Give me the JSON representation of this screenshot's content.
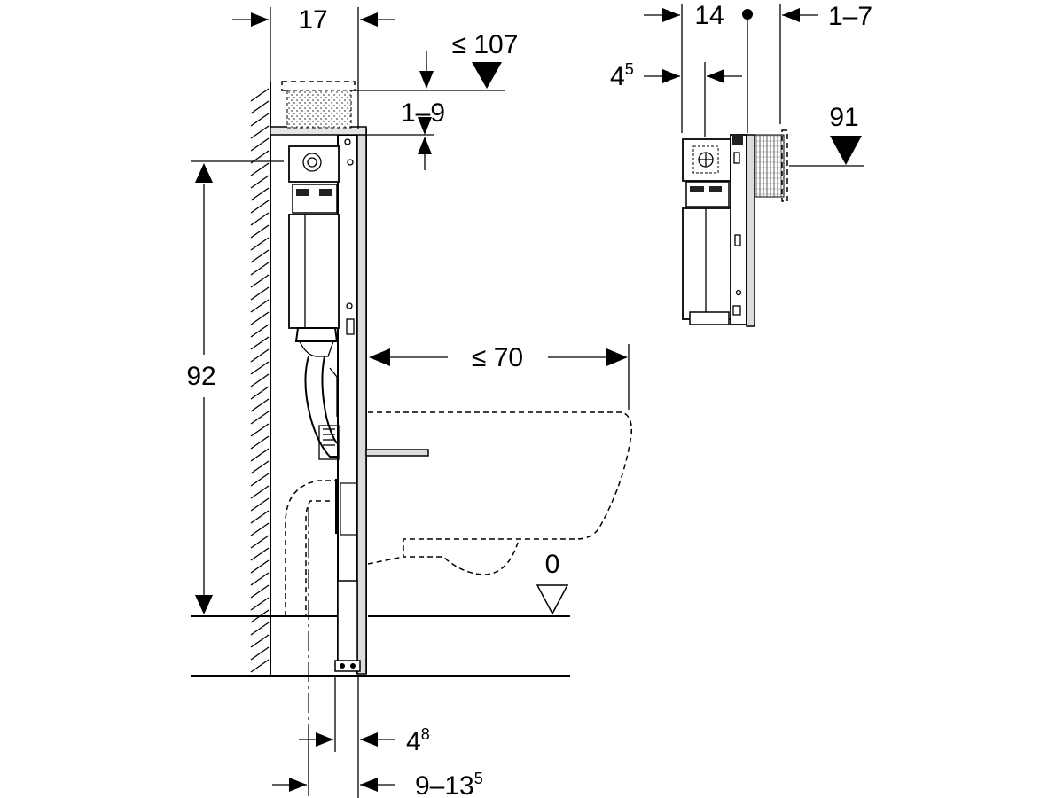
{
  "labels": {
    "frame_depth": "17",
    "max_top_height": "≤ 107",
    "top_adjust": "1–9",
    "height_92": "92",
    "bowl_projection": "≤ 70",
    "floor_zero": "0",
    "pipe_offset_main": "4",
    "pipe_offset_sup": "8",
    "wall_range_main": "9–13",
    "wall_range_sup": "5",
    "side_depth": "14",
    "side_offset_main": "4",
    "side_offset_sup": "5",
    "side_adjust": "1–7",
    "side_height": "91"
  }
}
